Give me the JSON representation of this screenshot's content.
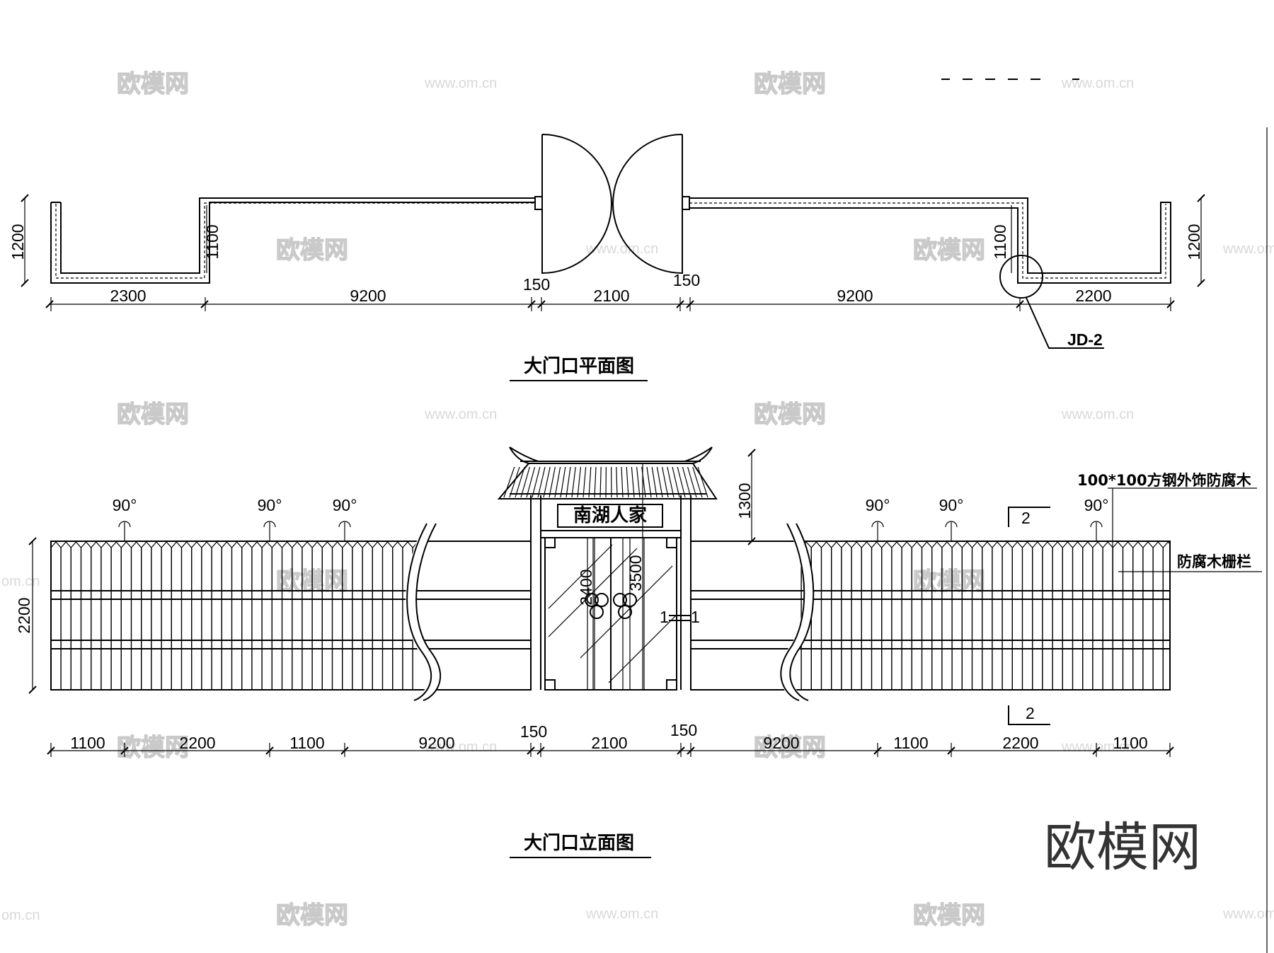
{
  "plan": {
    "title": "大门口平面图",
    "dims": [
      "2300",
      "9200",
      "150",
      "2100",
      "150",
      "9200",
      "2200"
    ],
    "left_heights": [
      "1200",
      "1100"
    ],
    "right_heights": [
      "1100",
      "1200"
    ],
    "detail_callout": "JD-2"
  },
  "elevation": {
    "title": "大门口立面图",
    "sign": "南湖人家",
    "dims": [
      "1100",
      "2200",
      "1100",
      "9200",
      "150",
      "2100",
      "150",
      "9200",
      "1100",
      "2200",
      "1100"
    ],
    "angle": "90°",
    "height_left": "2200",
    "height_roof": "1300",
    "height_gate": "3500",
    "height_door": "2400",
    "section_mark": "1",
    "section_mark_2": "2",
    "labels": {
      "steel": "100*100方钢外饰防腐木",
      "fence": "防腐木栅栏"
    }
  },
  "watermark": {
    "brand": "欧模网",
    "url": "www.om.cn",
    "url_short": "om.cn"
  }
}
